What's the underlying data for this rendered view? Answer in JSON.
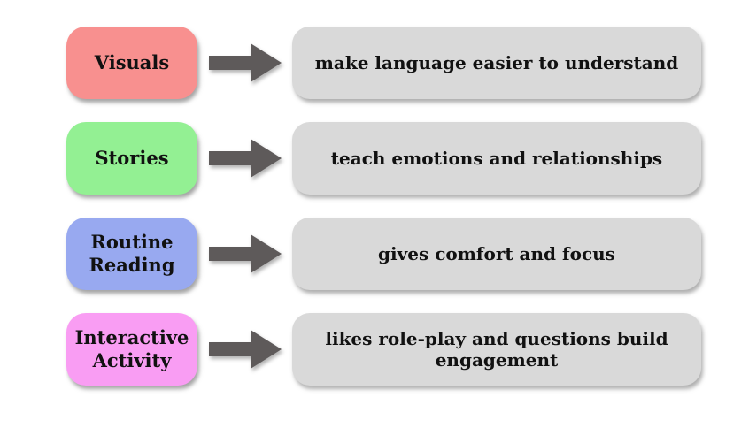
{
  "diagram": {
    "rows": [
      {
        "label": "Visuals",
        "color": "#f8908f",
        "description": "make language easier to understand"
      },
      {
        "label": "Stories",
        "color": "#93f093",
        "description": "teach emotions and relationships"
      },
      {
        "label": "Routine Reading",
        "color": "#98a9f0",
        "description": "gives comfort and focus"
      },
      {
        "label": "Interactive Activity",
        "color": "#f99df3",
        "description": "likes role-play and questions build engagement"
      }
    ],
    "colors": {
      "arrow": "#5e5a5a",
      "description_box": "#d9d9d9",
      "text": "#111111",
      "background": "#ffffff"
    }
  }
}
